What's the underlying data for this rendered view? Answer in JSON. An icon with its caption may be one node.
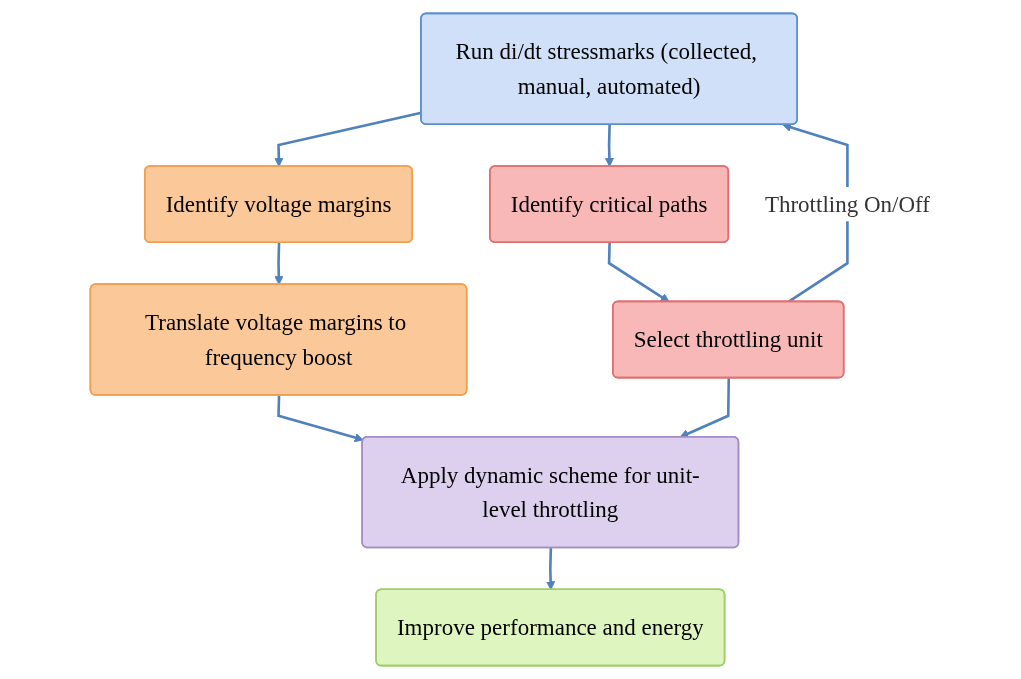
{
  "diagram": {
    "nodes": [
      {
        "text": [
          "Run di/dt stressmarks (collected, manual, automated)"
        ]
      },
      {
        "text": [
          "Identify voltage margins"
        ]
      },
      {
        "text": [
          "Identify critical paths"
        ]
      },
      {
        "text": [
          "Translate voltage margins to frequency boost"
        ]
      },
      {
        "text": [
          "Select throttling unit"
        ]
      },
      {
        "text": [
          "Apply dynamic scheme for unit-level throttling"
        ]
      },
      {
        "text": [
          "Improve performance and energy"
        ]
      }
    ],
    "edges": [
      {
        "from": 0,
        "to": 1,
        "arrow": "to"
      },
      {
        "from": 0,
        "to": 2,
        "arrow": "to"
      },
      {
        "from": 1,
        "to": 3,
        "arrow": "to"
      },
      {
        "from": 2,
        "to": 4,
        "arrow": "to"
      },
      {
        "from": 3,
        "to": 5,
        "arrow": "to"
      },
      {
        "from": 4,
        "to": 5,
        "arrow": "to"
      },
      {
        "from": 5,
        "to": 6,
        "arrow": "to"
      },
      {
        "from": 4,
        "to": 0,
        "arrow": "to",
        "label": "Throttling On/Off"
      }
    ]
  }
}
